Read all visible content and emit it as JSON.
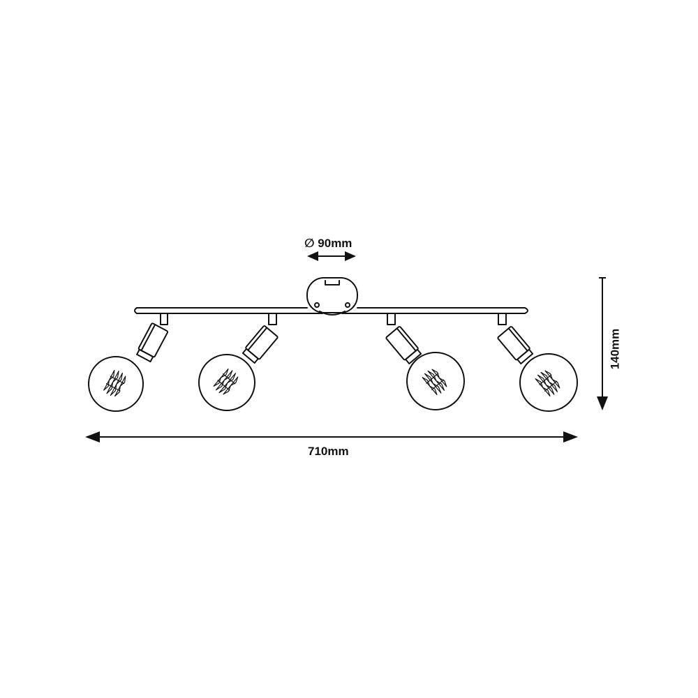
{
  "colors": {
    "line": "#111111",
    "background": "#ffffff"
  },
  "dimensions": {
    "diameter": "∅ 90mm",
    "width": "710mm",
    "height": "140mm"
  },
  "fixture": {
    "spotlight_count": 4
  }
}
